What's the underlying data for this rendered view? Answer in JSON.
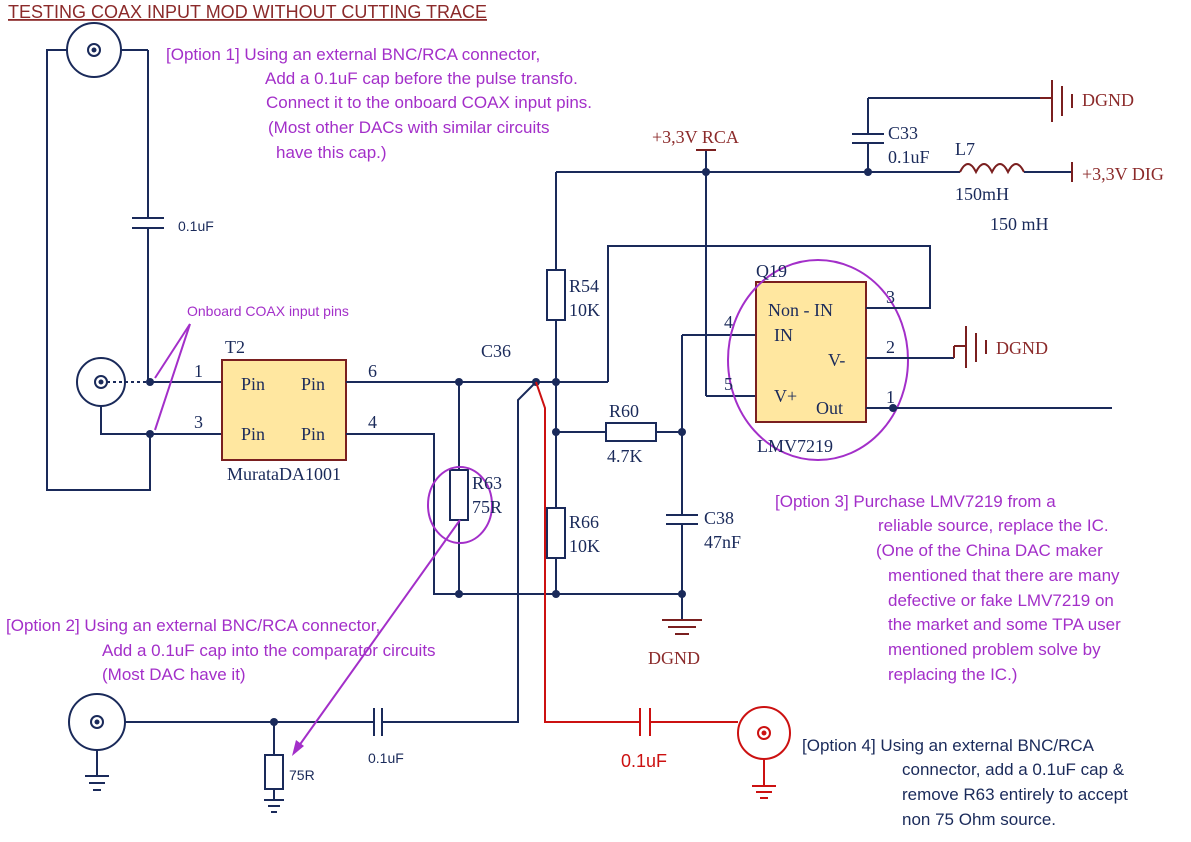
{
  "title": "TESTING COAX INPUT MOD WITHOUT CUTTING TRACE",
  "option1": [
    "[Option 1] Using an external BNC/RCA connector,",
    "Add a 0.1uF cap before the pulse transfo.",
    "Connect it to the onboard COAX input pins.",
    "(Most other DACs with similar circuits",
    "have this cap.)"
  ],
  "option2": [
    "[Option 2] Using an external BNC/RCA connector,",
    "Add a 0.1uF cap into the comparator circuits",
    "(Most DAC have it)"
  ],
  "option3": [
    "[Option 3] Purchase LMV7219 from a",
    "reliable source, replace the IC.",
    "(One of the China DAC maker",
    "mentioned that there are many",
    "defective or fake LMV7219 on",
    "the market and some TPA user",
    "mentioned problem solve by",
    "replacing the IC.)"
  ],
  "option4": [
    "[Option 4] Using an external BNC/RCA",
    "connector, add a 0.1uF cap &",
    "remove R63 entirely to accept",
    "non 75 Ohm source."
  ],
  "onboard_pins_label": "Onboard COAX input pins",
  "cap_opt1": "0.1uF",
  "cap_opt2": "0.1uF",
  "cap_opt4": "0.1uF",
  "res_opt2": "75R",
  "transformer": {
    "ref": "T2",
    "part": "MurataDA1001",
    "pin_labels": [
      "Pin",
      "Pin",
      "Pin",
      "Pin"
    ],
    "pin_numbers": [
      "1",
      "3",
      "6",
      "4"
    ]
  },
  "c36": "C36",
  "r54": {
    "ref": "R54",
    "value": "10K"
  },
  "r60": {
    "ref": "R60",
    "value": "4.7K"
  },
  "r63": {
    "ref": "R63",
    "value": "75R"
  },
  "r66": {
    "ref": "R66",
    "value": "10K"
  },
  "c38": {
    "ref": "C38",
    "value": "47nF"
  },
  "c33": {
    "ref": "C33",
    "value": "0.1uF"
  },
  "l7": {
    "ref": "L7",
    "value": "150mH",
    "note": "150 mH"
  },
  "supply_rca": "+3,3V RCA",
  "supply_dig": "+3,3V DIG",
  "dgnd": "DGND",
  "ic": {
    "ref": "Q19",
    "part": "LMV7219",
    "pins": {
      "non_in": "Non - IN",
      "in": "IN",
      "vminus": "V-",
      "vplus": "V+",
      "out": "Out"
    },
    "pin_numbers": [
      "4",
      "5",
      "3",
      "2",
      "1"
    ]
  }
}
